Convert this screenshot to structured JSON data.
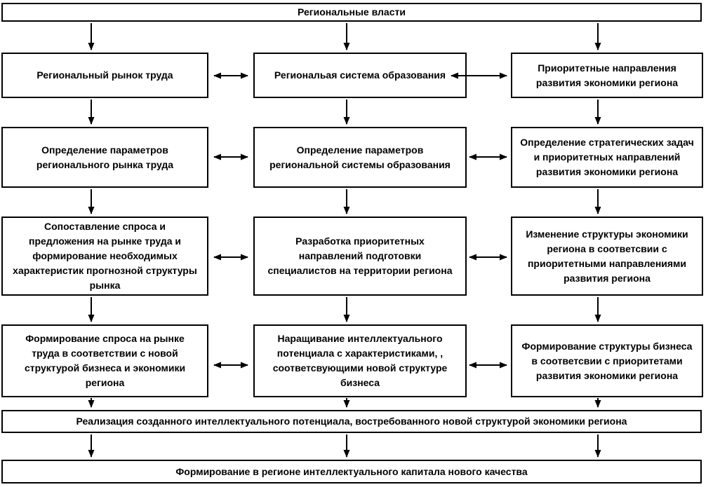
{
  "diagram": {
    "title_hint": "Схема взаимодействия региональных властей, рынка труда и системы образования",
    "colors": {
      "background": "#ffffff",
      "line": "#000000",
      "box_fill": "#ffffff",
      "text": "#000000"
    },
    "top": {
      "label": "Региональные власти"
    },
    "rows": [
      {
        "col1": "Региональный рынок труда",
        "col2": "Региональая система образования",
        "col3": "Приоритетные направления\nразвития экономики региона"
      },
      {
        "col1": "Определение параметров\nрегионального рынка труда",
        "col2": "Определение параметров\nрегиональной системы образования",
        "col3": "Определение стратегических задач\nи приоритетных направлений\nразвития экономики региона"
      },
      {
        "col1": "Сопоставление спроса и\nпредложения на рынке труда и\nформирование необходимых\nхарактеристик прогнозной структуры\nрынка",
        "col2": "Разработка приоритетных\nнаправлений подготовки\nспециалистов на территории региона",
        "col3": "Изменение структуры экономики\nрегиона в соответсвии с\nприоритетными направлениями\nразвития региона"
      },
      {
        "col1": "Формирование спроса на рынке\nтруда в соответствии с новой\nструктурой бизнеса и экономики\nрегиона",
        "col2": "Наращивание интеллектуального\nпотенциала с характеристиками, ,\nсоответсвующими новой структуре\nбизнеса",
        "col3": "Формирование структуры бизнеса\nв соответсвии с приоритетами\nразвития экономики региона"
      }
    ],
    "bottom1": "Реализация созданного интеллектуального потенциала, востребованного новой структурой экономики региона",
    "bottom2": "Формирование в регионе интеллектуального капитала нового качества"
  }
}
